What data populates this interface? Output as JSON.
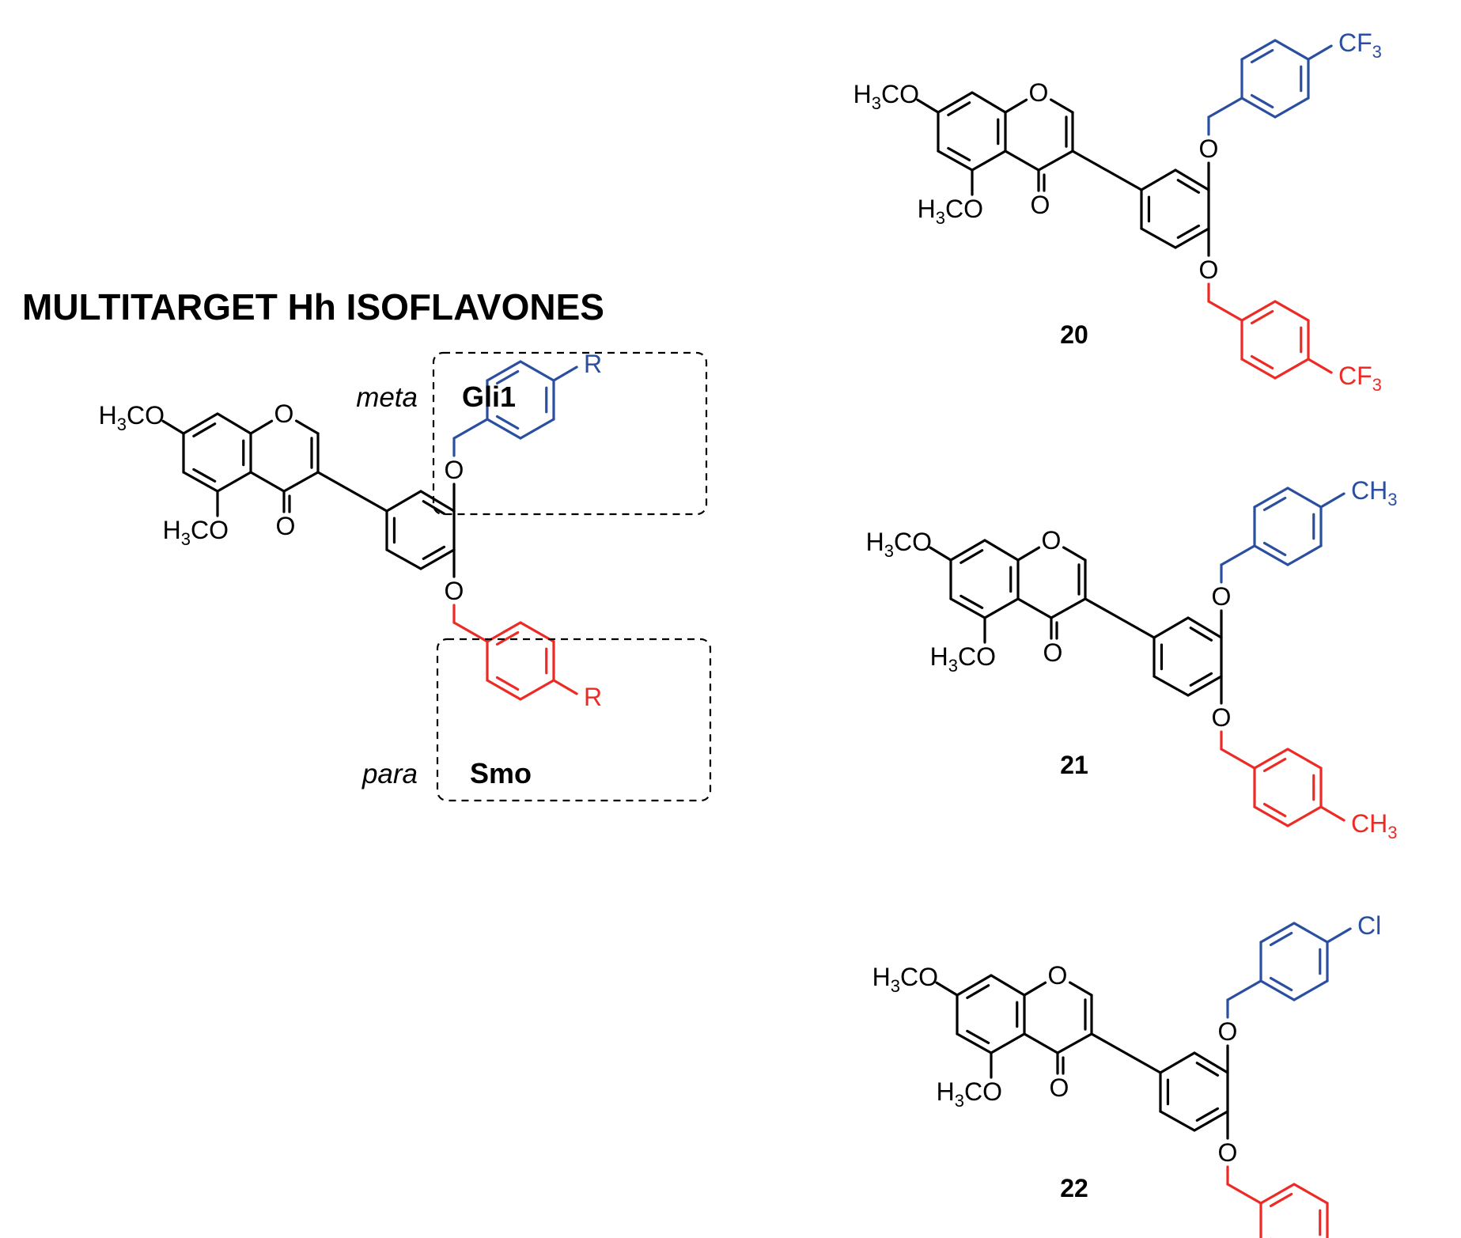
{
  "title": "MULTITARGET Hh ISOFLAVONES",
  "colors": {
    "meta": "#2a4fa0",
    "para": "#ee2a24",
    "bond": "#000000"
  },
  "scaffold": {
    "meta_label": "meta",
    "para_label": "para",
    "meta_target": "Gli1",
    "para_target": "Smo",
    "substituent": "R"
  },
  "atoms": {
    "methoxy_prefix": "H",
    "methoxy_sub": "3",
    "methoxy_suffix": "CO",
    "oxygen": "O"
  },
  "compounds": [
    {
      "id": "20",
      "group_main": "CF",
      "group_sub": "3"
    },
    {
      "id": "21",
      "group_main": "CH",
      "group_sub": "3"
    },
    {
      "id": "22",
      "group_main": "Cl",
      "group_sub": ""
    }
  ]
}
